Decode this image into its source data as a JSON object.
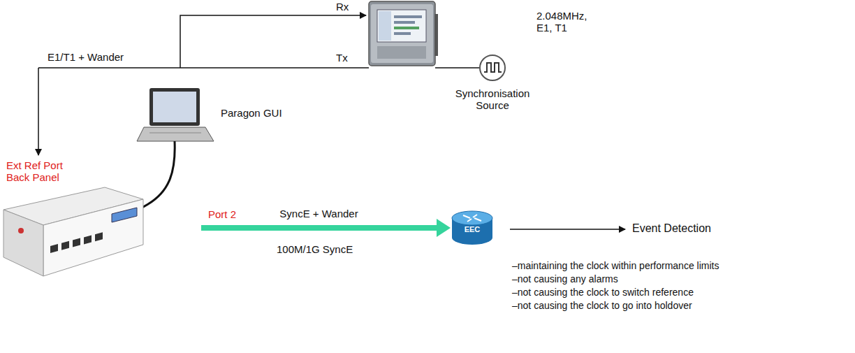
{
  "diagram": {
    "nodes": [
      {
        "text": [
          "Ext Ref Port Back Panel"
        ]
      },
      {
        "text": [
          "EEC"
        ]
      },
      {
        "text": [
          "Synchronisation Source"
        ]
      }
    ],
    "edges": [
      {
        "from": 0,
        "to": 1,
        "arrow": "to",
        "label": "SyncE + Wander"
      }
    ],
    "labels": [
      "Rx",
      "Tx",
      "E1/T1 + Wander",
      "2.048MHz, E1, T1",
      "Paragon GUI",
      "Port 2",
      "100M/1G SyncE",
      "Event Detection",
      "–maintaining the clock within performance limits",
      "–not causing any alarms",
      "–not causing the clock to switch reference",
      "–not causing the clock to go into holdover"
    ]
  }
}
